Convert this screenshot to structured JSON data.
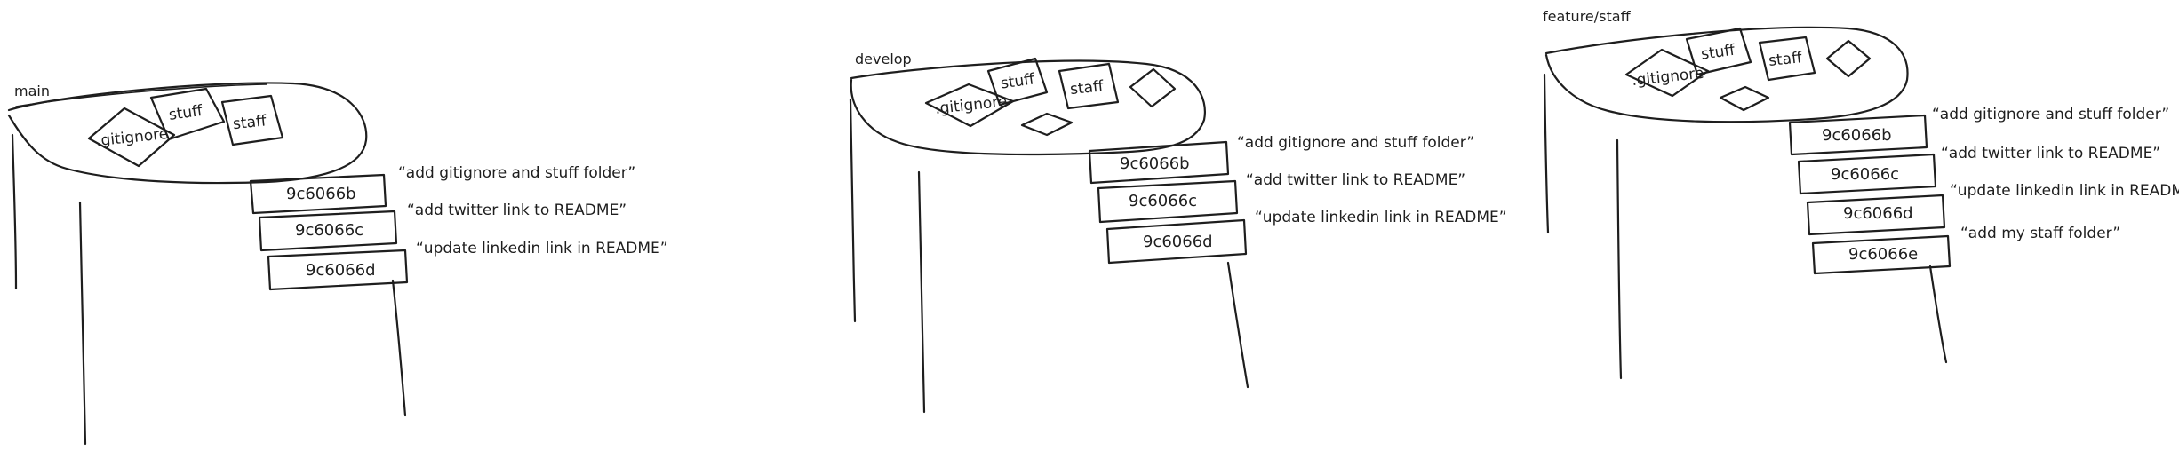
{
  "diagrams": [
    {
      "branch": "main",
      "files": [
        ".gitignore",
        "stuff",
        "staff"
      ],
      "commits": [
        {
          "hash": "9c6066b",
          "message": "“add gitignore and stuff folder”"
        },
        {
          "hash": "9c6066c",
          "message": "“add twitter link to README”"
        },
        {
          "hash": "9c6066d",
          "message": "“update linkedin link in README”"
        }
      ]
    },
    {
      "branch": "develop",
      "files": [
        ".gitignore",
        "stuff",
        "staff"
      ],
      "commits": [
        {
          "hash": "9c6066b",
          "message": "“add gitignore and stuff folder”"
        },
        {
          "hash": "9c6066c",
          "message": "“add twitter link to README”"
        },
        {
          "hash": "9c6066d",
          "message": "“update linkedin link in README”"
        }
      ]
    },
    {
      "branch": "feature/staff",
      "files": [
        ".gitignore",
        "stuff",
        "staff"
      ],
      "commits": [
        {
          "hash": "9c6066b",
          "message": "“add gitignore and stuff folder”"
        },
        {
          "hash": "9c6066c",
          "message": "“add twitter link to README”"
        },
        {
          "hash": "9c6066d",
          "message": "“update linkedin link in README”"
        },
        {
          "hash": "9c6066e",
          "message": "“add my staff folder”"
        }
      ]
    }
  ]
}
